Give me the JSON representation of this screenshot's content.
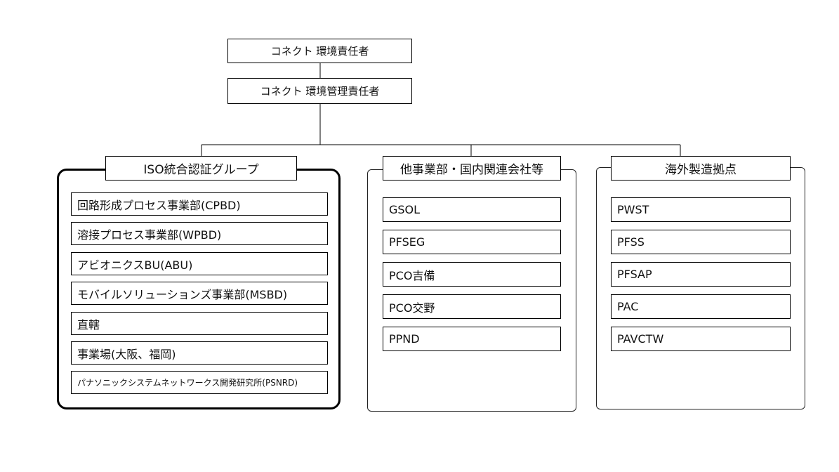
{
  "top": {
    "environment_officer": "コネクト 環境責任者",
    "environment_manager": "コネクト 環境管理責任者"
  },
  "groups": [
    {
      "title": "ISO統合認証グループ",
      "items": [
        "回路形成プロセス事業部(CPBD)",
        "溶接プロセス事業部(WPBD)",
        "アビオニクスBU(ABU)",
        "モバイルソリューションズ事業部(MSBD)",
        "直轄",
        "事業場(大阪、福岡)",
        "パナソニックシステムネットワークス開発研究所(PSNRD)"
      ]
    },
    {
      "title": "他事業部・国内関連会社等",
      "items": [
        "GSOL",
        "PFSEG",
        "PCO吉備",
        "PCO交野",
        "PPND"
      ]
    },
    {
      "title": "海外製造拠点",
      "items": [
        "PWST",
        "PFSS",
        "PFSAP",
        "PAC",
        "PAVCTW"
      ]
    }
  ]
}
